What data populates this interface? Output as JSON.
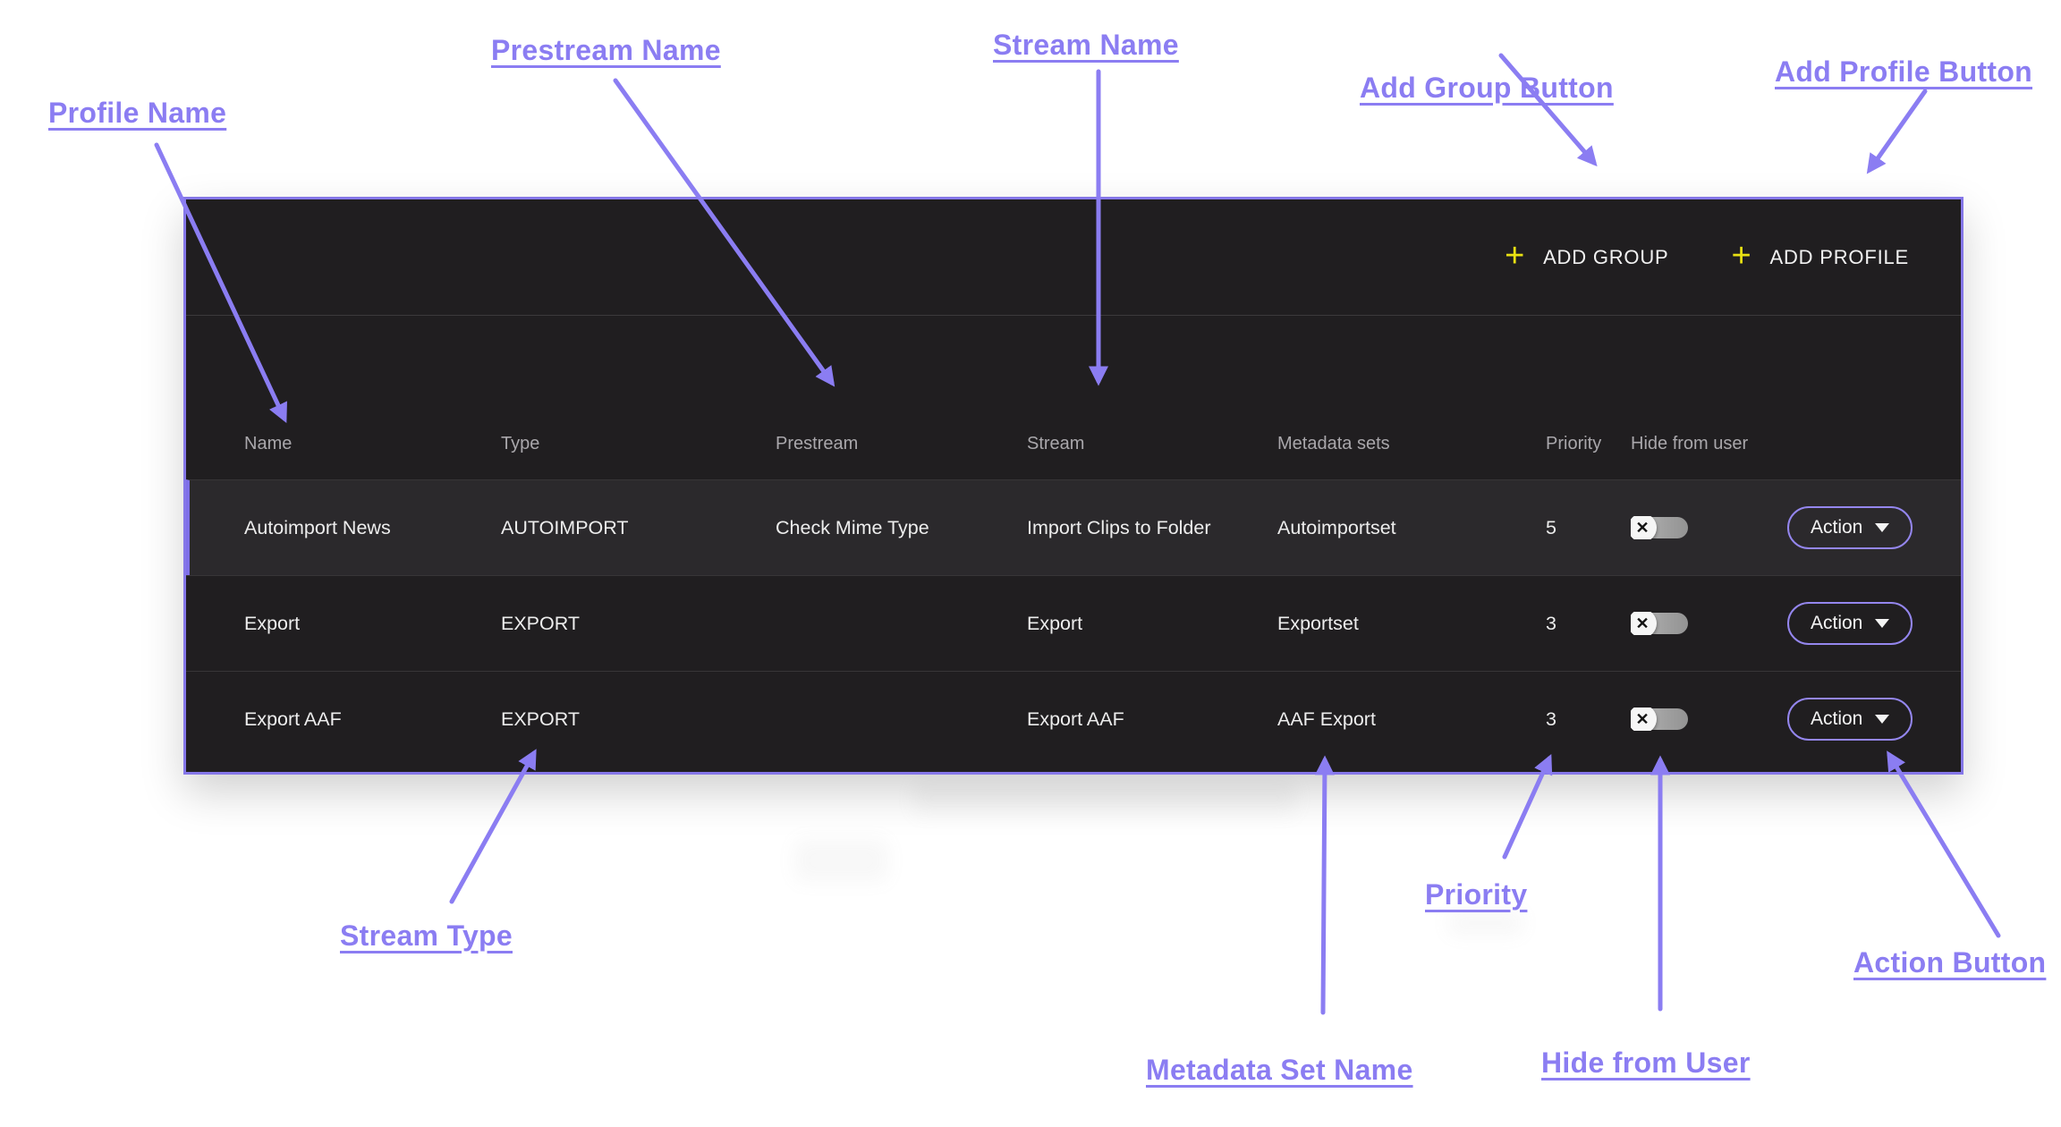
{
  "panel": {
    "toolbar": {
      "plus_icon": "+",
      "add_group_label": "ADD GROUP",
      "add_profile_label": "ADD PROFILE"
    },
    "table": {
      "columns": [
        "Name",
        "Type",
        "Prestream",
        "Stream",
        "Metadata sets",
        "Priority",
        "Hide from user"
      ],
      "toggle_x_icon": "✕",
      "rows": [
        {
          "name": "Autoimport News",
          "type": "AUTOIMPORT",
          "prestream": "Check Mime Type",
          "stream": "Import Clips to Folder",
          "metadata_sets": "Autoimportset",
          "priority": "5",
          "action_label": "Action"
        },
        {
          "name": "Export",
          "type": "EXPORT",
          "prestream": "",
          "stream": "Export",
          "metadata_sets": "Exportset",
          "priority": "3",
          "action_label": "Action"
        },
        {
          "name": "Export AAF",
          "type": "EXPORT",
          "prestream": "",
          "stream": "Export AAF",
          "metadata_sets": "AAF Export",
          "priority": "3",
          "action_label": "Action"
        }
      ]
    }
  },
  "annotations": {
    "profile_name": "Profile Name",
    "prestream_name": "Prestream Name",
    "stream_name": "Stream Name",
    "add_group_button": "Add Group Button",
    "add_profile_button": "Add Profile Button",
    "stream_type": "Stream Type",
    "metadata_set_name": "Metadata Set Name",
    "priority": "Priority",
    "hide_from_user": "Hide from User",
    "action_button": "Action Button"
  },
  "colors": {
    "annotation_purple": "#8b7df2",
    "panel_border_purple": "#8577e8",
    "panel_background": "#201e20",
    "highlight_row_background": "#2b292c",
    "accent_yellow": "#e9e112",
    "action_border_purple": "#9486ee"
  }
}
